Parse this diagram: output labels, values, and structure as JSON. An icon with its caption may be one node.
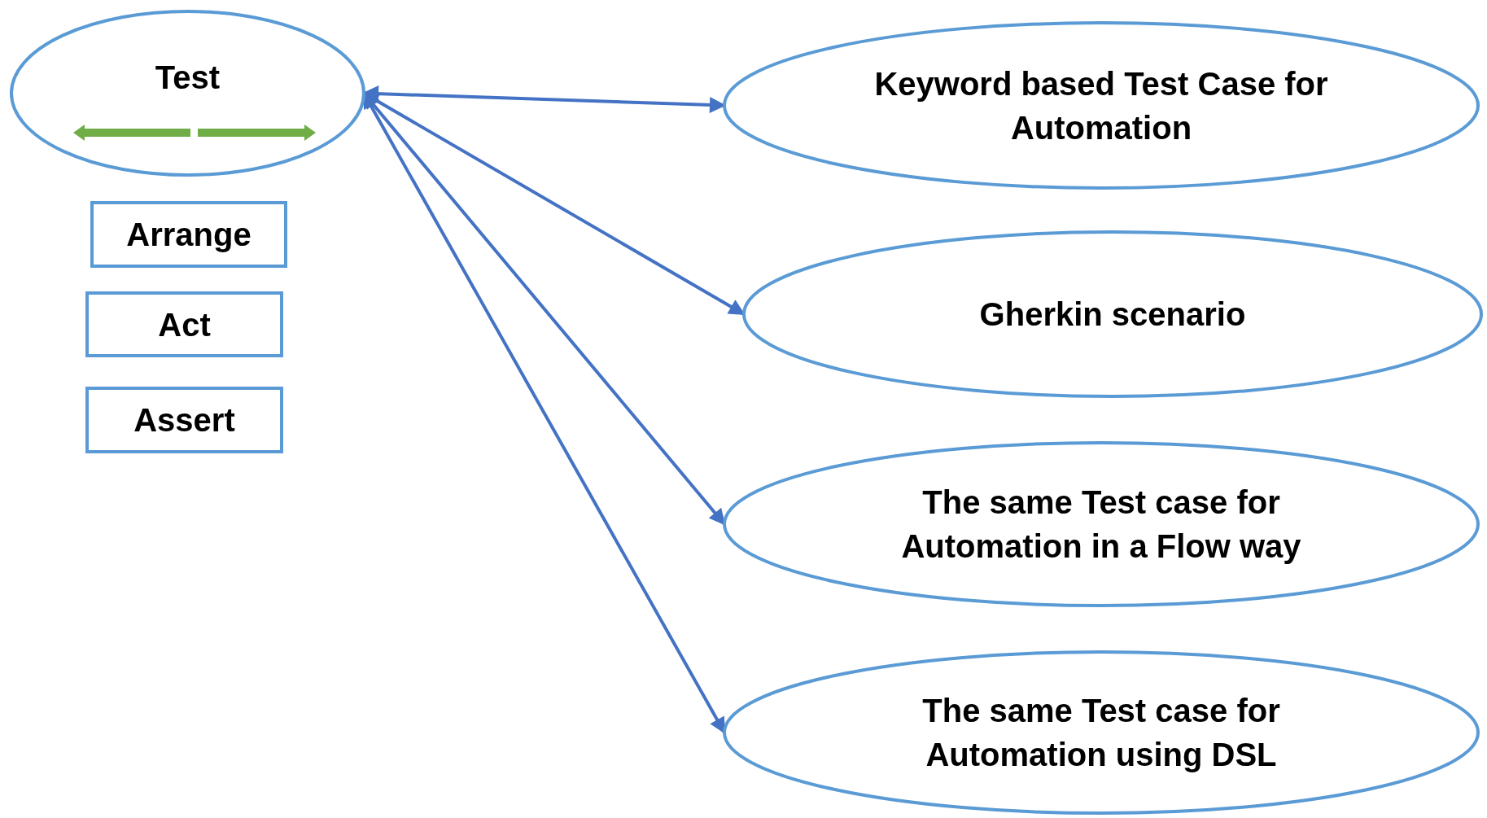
{
  "diagram": {
    "nodes": [
      {
        "text": [
          "Test"
        ]
      },
      {
        "text": [
          "Arrange"
        ]
      },
      {
        "text": [
          "Act"
        ]
      },
      {
        "text": [
          "Assert"
        ]
      },
      {
        "text": [
          "Keyword based Test Case for Automation"
        ]
      },
      {
        "text": [
          "Gherkin scenario"
        ]
      },
      {
        "text": [
          "The same Test case for Automation in a Flow way"
        ]
      },
      {
        "text": [
          "The same Test case for Automation using DSL"
        ]
      }
    ],
    "edges": [
      {
        "from": 0,
        "to": 4,
        "arrow": "both"
      },
      {
        "from": 0,
        "to": 5,
        "arrow": "both"
      },
      {
        "from": 0,
        "to": 6,
        "arrow": "both"
      },
      {
        "from": 0,
        "to": 7,
        "arrow": "both"
      }
    ]
  }
}
